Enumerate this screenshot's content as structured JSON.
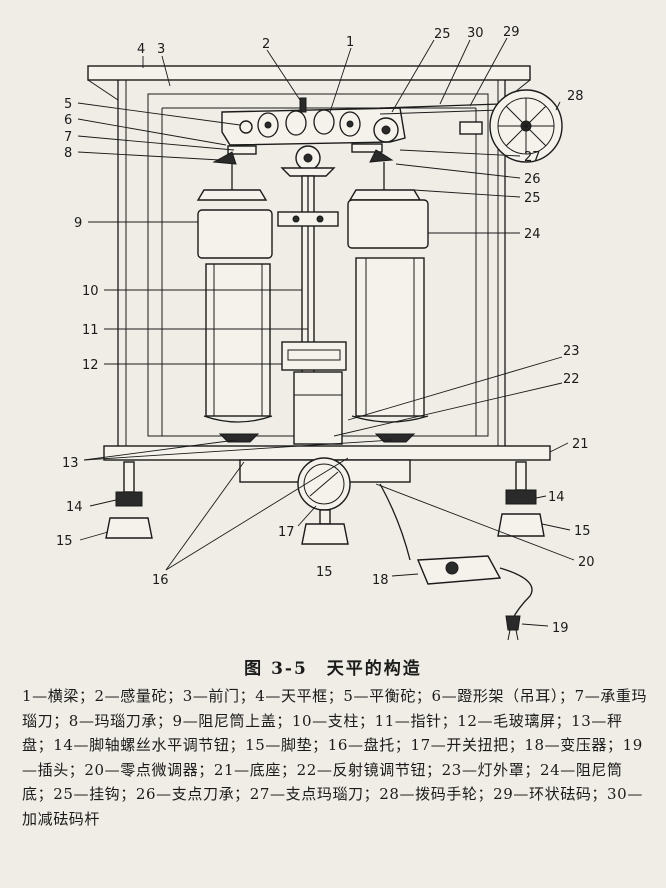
{
  "caption": "图 3-5　天平的构造",
  "legend": "1—横梁；2—感量砣；3—前门；4—天平框；5—平衡砣；6—蹬形架（吊耳）；7—承重玛瑙刀；8—玛瑙刀承；9—阻尼筒上盖；10—支柱；11—指针；12—毛玻璃屏；13—秤盘；14—脚轴螺丝水平调节钮；15—脚垫；16—盘托；17—开关扭把；18—变压器；19—插头；20—零点微调器；21—底座；22—反射镜调节钮；23—灯外罩；24—阻尼筒底；25—挂钩；26—支点刀承；27—支点玛瑙刀；28—拨码手轮；29—环状砝码；30—加减砝码杆",
  "labels": {
    "1": "1",
    "2": "2",
    "3": "3",
    "4": "4",
    "5": "5",
    "6": "6",
    "7": "7",
    "8": "8",
    "9": "9",
    "10": "10",
    "11": "11",
    "12": "12",
    "13": "13",
    "14": "14",
    "15": "15",
    "16": "16",
    "17": "17",
    "18": "18",
    "19": "19",
    "20": "20",
    "21": "21",
    "22": "22",
    "23": "23",
    "24": "24",
    "25": "25",
    "26": "26",
    "27": "27",
    "28": "28",
    "29": "29",
    "30": "30"
  }
}
